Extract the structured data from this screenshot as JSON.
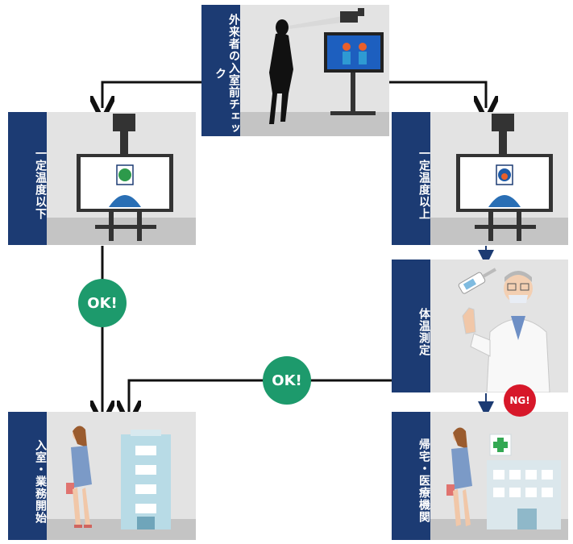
{
  "steps": {
    "check": {
      "label": "外来者の入室前チェック"
    },
    "below": {
      "label": "一定温度以下"
    },
    "above": {
      "label": "一定温度以上"
    },
    "measure": {
      "label": "体温測定"
    },
    "enter": {
      "label": "入室・業務開始"
    },
    "home": {
      "label": "帰宅・医療機関"
    }
  },
  "badges": {
    "ok_left": "OK!",
    "ok_middle": "OK!",
    "ng": "NG!"
  },
  "colors": {
    "label_bg": "#1c3b73",
    "ok": "#1d9a6c",
    "ng": "#d7182a",
    "arrow_blue": "#1c3b73",
    "arrow_black": "#111111"
  }
}
